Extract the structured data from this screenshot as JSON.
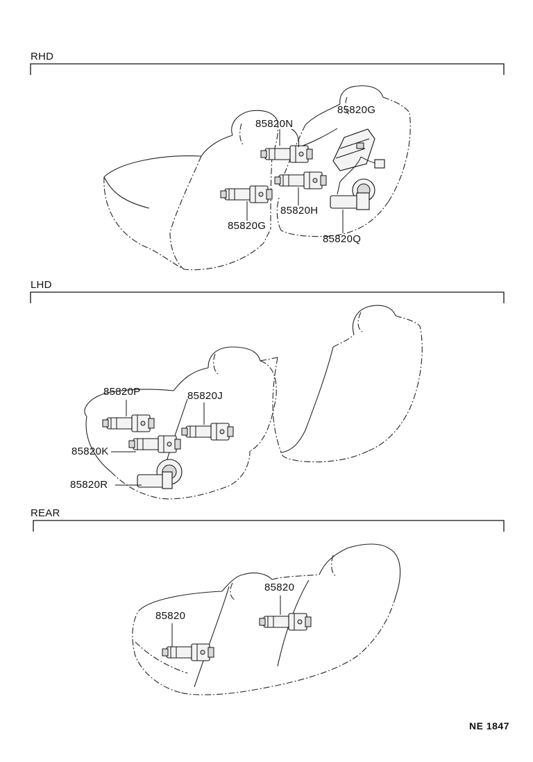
{
  "sections": {
    "rhd": "RHD",
    "lhd": "LHD",
    "rear": "REAR"
  },
  "callouts": {
    "rhd_n": "85820N",
    "rhd_g_top": "85820G",
    "rhd_g_left": "85820G",
    "rhd_h": "85820H",
    "rhd_q": "85820Q",
    "lhd_p": "85820P",
    "lhd_j": "85820J",
    "lhd_k": "85820K",
    "lhd_r": "85820R",
    "rear_left": "85820",
    "rear_right": "85820"
  },
  "figure_code": "NE 1847",
  "icons": {
    "seat": "seat-outline-icon",
    "motor": "seat-motor-icon"
  }
}
